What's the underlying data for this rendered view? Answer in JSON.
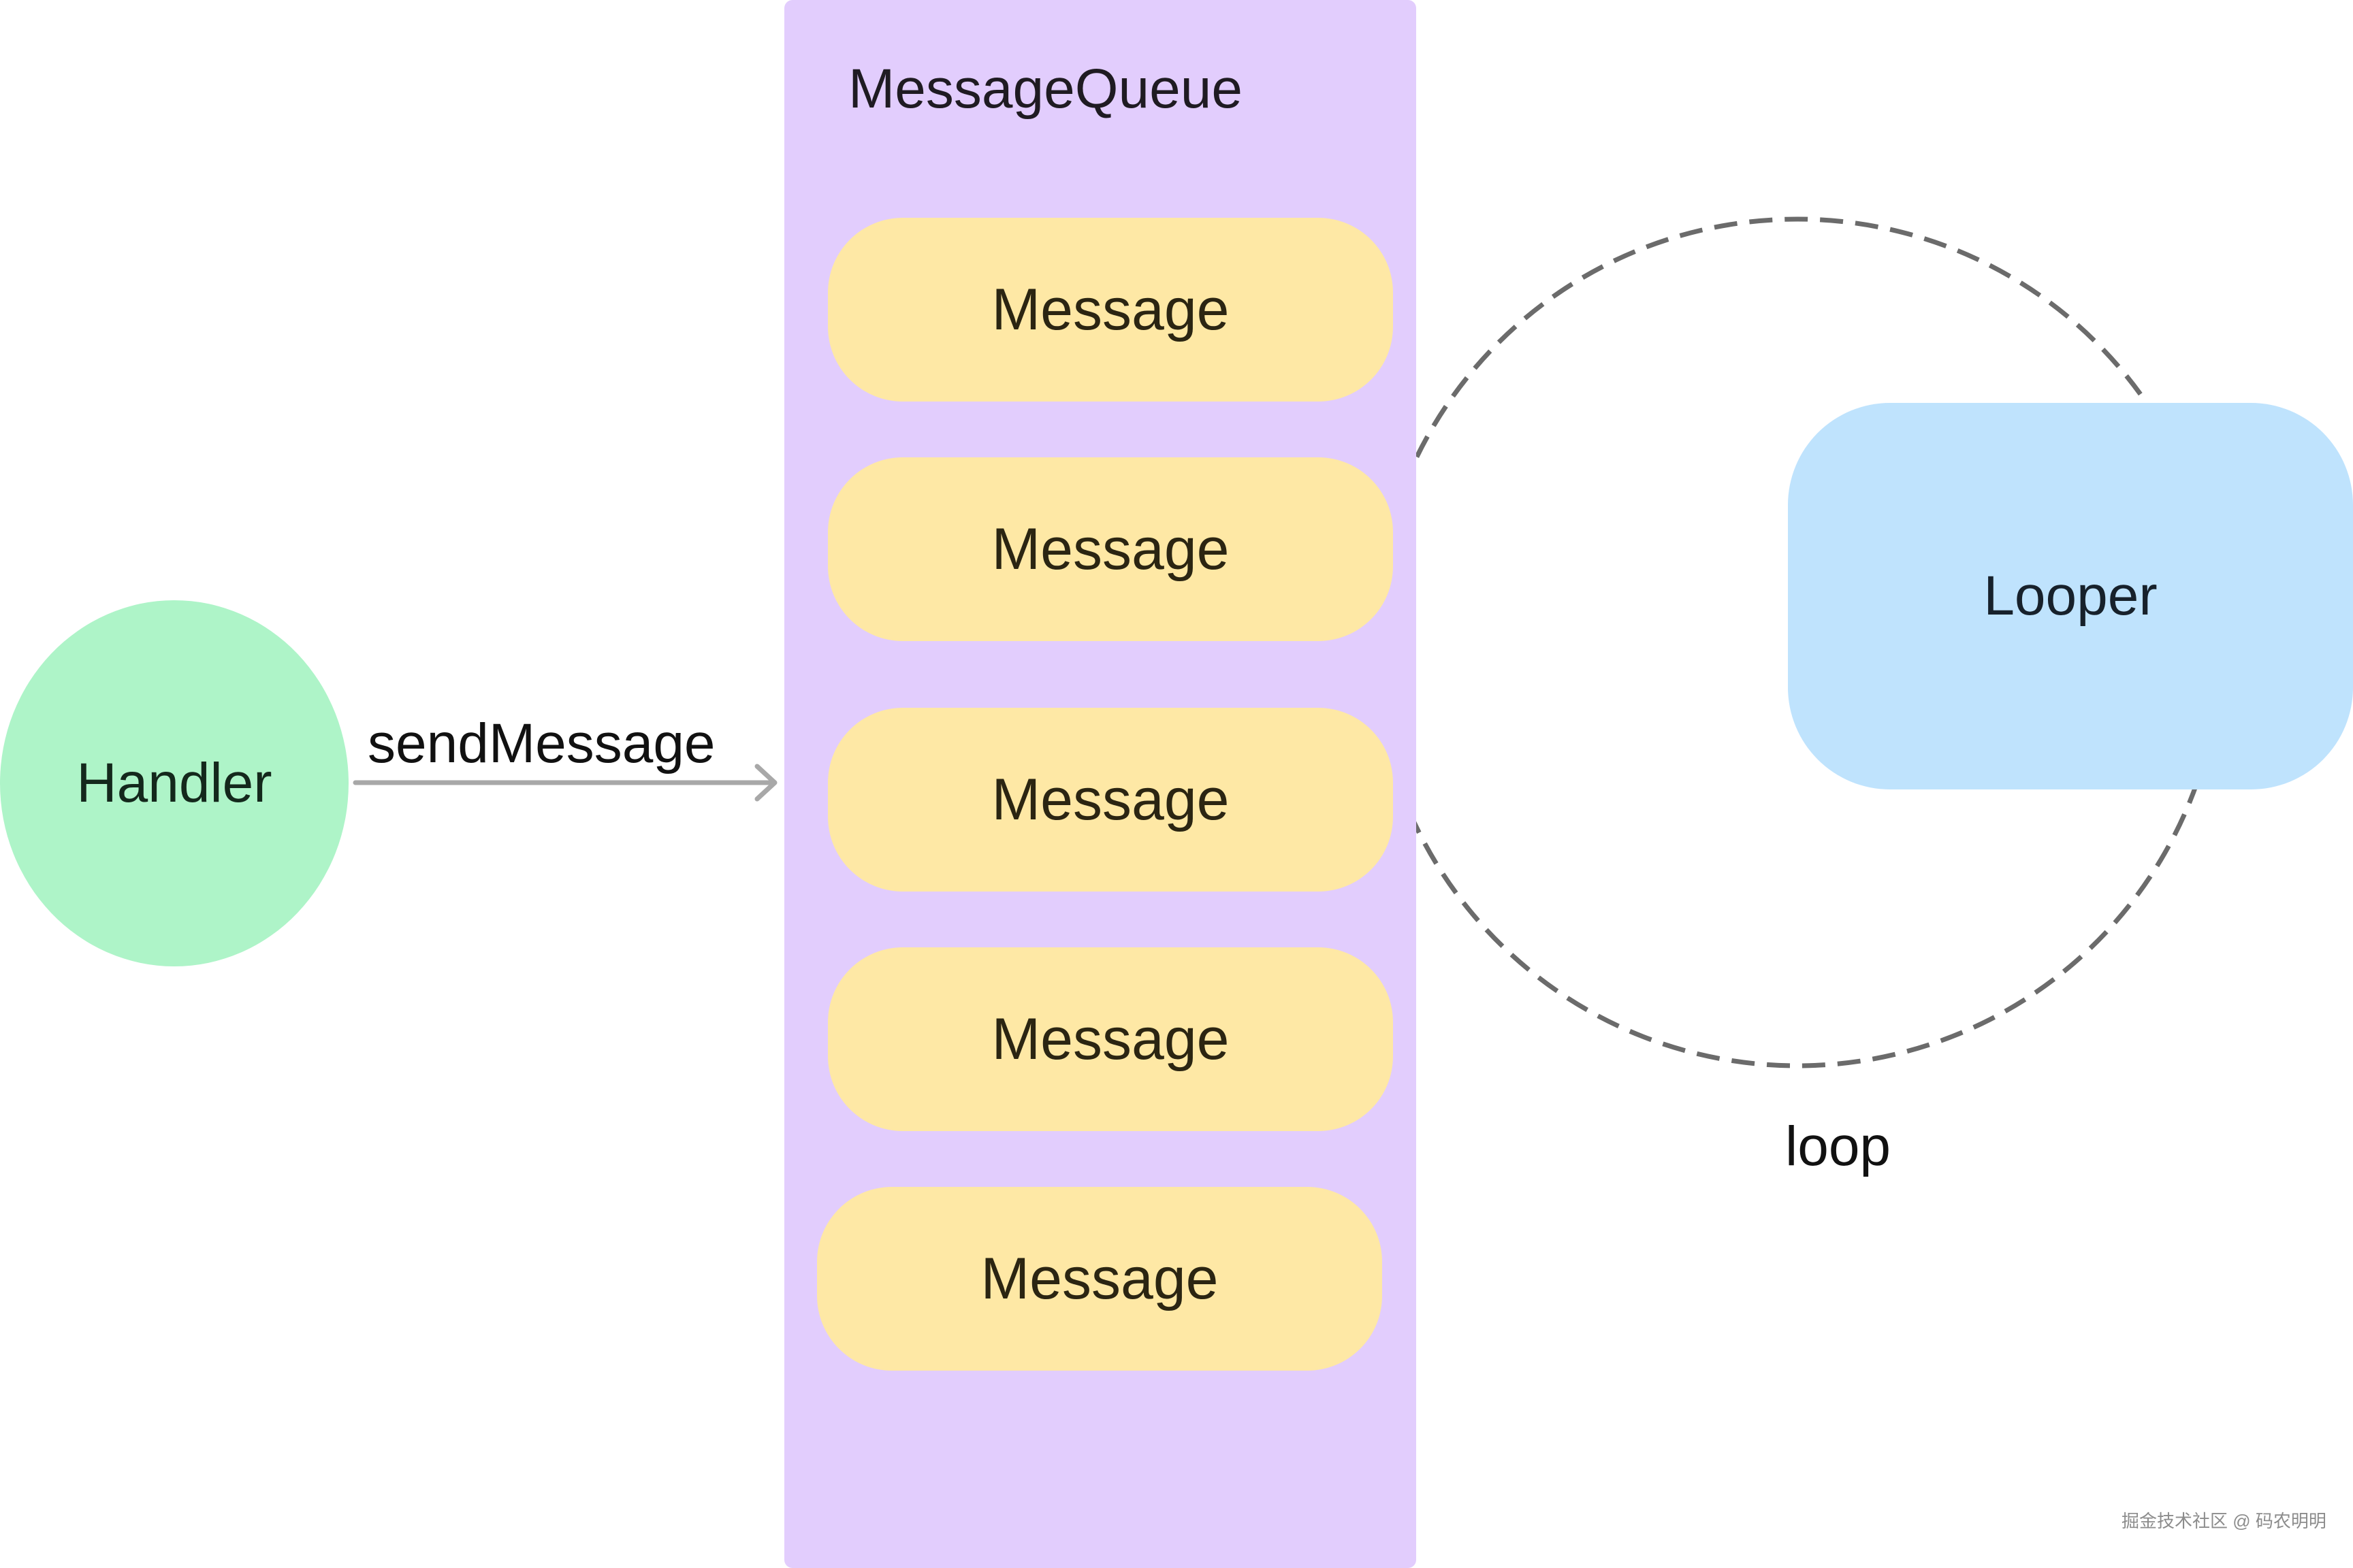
{
  "queue": {
    "title": "MessageQueue",
    "messages": [
      {
        "label": "Message"
      },
      {
        "label": "Message"
      },
      {
        "label": "Message"
      },
      {
        "label": "Message"
      },
      {
        "label": "Message"
      }
    ]
  },
  "handler": {
    "label": "Handler"
  },
  "arrow": {
    "label": "sendMessage"
  },
  "looper": {
    "label": "Looper"
  },
  "loop": {
    "label": "loop"
  },
  "watermark": {
    "text": "掘金技术社区 @ 码农明明"
  },
  "colors": {
    "queue_bg": "#e2cdfd",
    "message_bg": "#fee8a5",
    "handler_bg": "#aef4c8",
    "looper_bg": "#bfe3fd",
    "arrow": "#a8a8a8",
    "loop_dash": "#6b6b6b"
  }
}
